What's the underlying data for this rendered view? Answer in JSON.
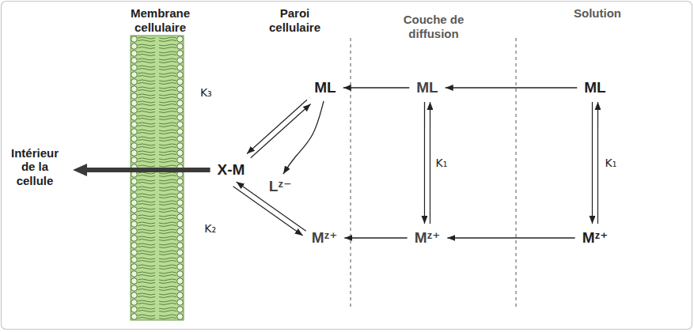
{
  "diagram": {
    "nodes": [
      {
        "text": [
          "ML"
        ]
      },
      {
        "text": [
          "ML"
        ]
      },
      {
        "text": [
          "ML"
        ]
      },
      {
        "text": [
          "X-M"
        ]
      },
      {
        "text": [
          "Lᶻ⁻"
        ]
      },
      {
        "text": [
          "Mᶻ⁺"
        ]
      },
      {
        "text": [
          "Mᶻ⁺"
        ]
      },
      {
        "text": [
          "Mᶻ⁺"
        ]
      },
      {
        "text": [
          "Intérieur de la cellule"
        ]
      }
    ],
    "edges": [
      {
        "from": 2,
        "to": 1,
        "arrow": "to"
      },
      {
        "from": 1,
        "to": 0,
        "arrow": "to"
      },
      {
        "from": 7,
        "to": 6,
        "arrow": "to"
      },
      {
        "from": 6,
        "to": 5,
        "arrow": "to"
      },
      {
        "from": 1,
        "to": 6,
        "arrow": "both",
        "label": "K₁"
      },
      {
        "from": 2,
        "to": 7,
        "arrow": "both",
        "label": "K₁"
      },
      {
        "from": 0,
        "to": 3,
        "arrow": "both",
        "label": "K₃"
      },
      {
        "from": 3,
        "to": 5,
        "arrow": "both",
        "label": "K₂"
      },
      {
        "from": 0,
        "to": 4,
        "arrow": "to"
      },
      {
        "from": 3,
        "to": 8,
        "arrow": "to"
      }
    ],
    "labels": [
      "Membrane cellulaire",
      "Paroi cellulaire",
      "Couche de diffusion",
      "Solution"
    ]
  }
}
